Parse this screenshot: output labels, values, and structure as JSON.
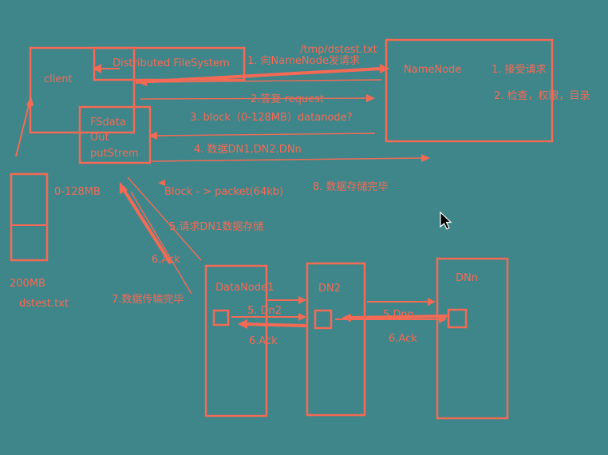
{
  "colors": {
    "background": "#3f868a",
    "ink": "#f46a55",
    "cursor": "#000000"
  },
  "nodes": {
    "client": "client",
    "dfs": "Distributed FileSystem",
    "fsdata_line1": "FSdata",
    "fsdata_line2": "Out",
    "fsdata_line3": "putStrem",
    "namenode": "NameNode",
    "datanode1": "DataNode1",
    "dn2": "DN2",
    "dnn": "DNn"
  },
  "file": {
    "path": "/tmp/dstest.txt",
    "size": "200MB",
    "name": "dstest.txt",
    "block_range": "0-128MB"
  },
  "steps": {
    "s1": "1. 向NameNode发请求",
    "s2": "2.答复 request",
    "s3": "3. block（0-128MB）datanode?",
    "s4": "4. 数据DN1,DN2,DNn",
    "s5": "5.请求DN1数据存储",
    "s6": "6.Ack",
    "s7": "7.数据传输完毕",
    "s8": "8. 数据存储完毕",
    "packet": "Block - > packet(64kb)",
    "dn_s5a": "5. Dn2",
    "dn_s6a": "6.Ack",
    "dn_s5b": "5.Dnn",
    "dn_s6b": "6.Ack"
  },
  "namenode_notes": {
    "n1": "1. 接受请求",
    "n2": "2. 检查，权限，目录"
  },
  "icons": {
    "cursor": "mouse-pointer-icon"
  }
}
